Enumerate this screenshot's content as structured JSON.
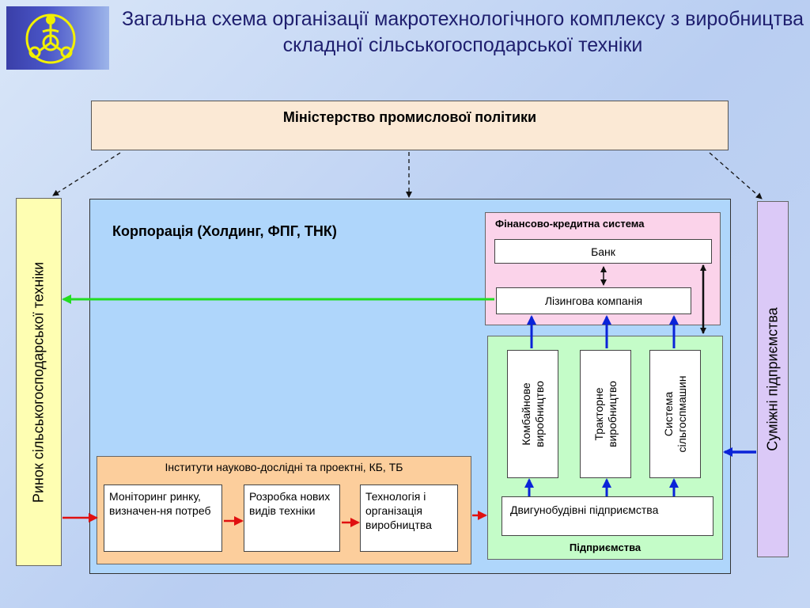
{
  "header": {
    "title": "Загальна схема організації макротехнологічного комплексу з виробництва складної сільськогосподарської техніки"
  },
  "ministry": {
    "label": "Міністерство промислової політики"
  },
  "market": {
    "label": "Ринок сільськогосподарської техніки"
  },
  "adjacent": {
    "label": "Суміжні підприємства"
  },
  "corporation": {
    "label": "Корпорація (Холдинг, ФПГ, ТНК)"
  },
  "finance": {
    "label": "Фінансово-кредитна система",
    "bank": "Банк",
    "leasing": "Лізингова компанія"
  },
  "enterprises": {
    "label": "Підприємства",
    "combine": "Комбайнове виробництво",
    "tractor": "Тракторне виробництво",
    "system": "Система сільгоспмашин",
    "engine": "Двигунобудівні підприємства"
  },
  "institutes": {
    "label": "Інститути науково-дослідні та проектні, КБ, ТБ",
    "monitoring": "Моніторинг ринку, визначен-ня потреб",
    "development": "Розробка нових видів техніки",
    "technology": "Технологія і організація виробництва"
  },
  "colors": {
    "title": "#1e1e6e",
    "green_arrow": "#22dd22",
    "blue_arrow": "#0a23d8",
    "red_arrow": "#e01010"
  }
}
